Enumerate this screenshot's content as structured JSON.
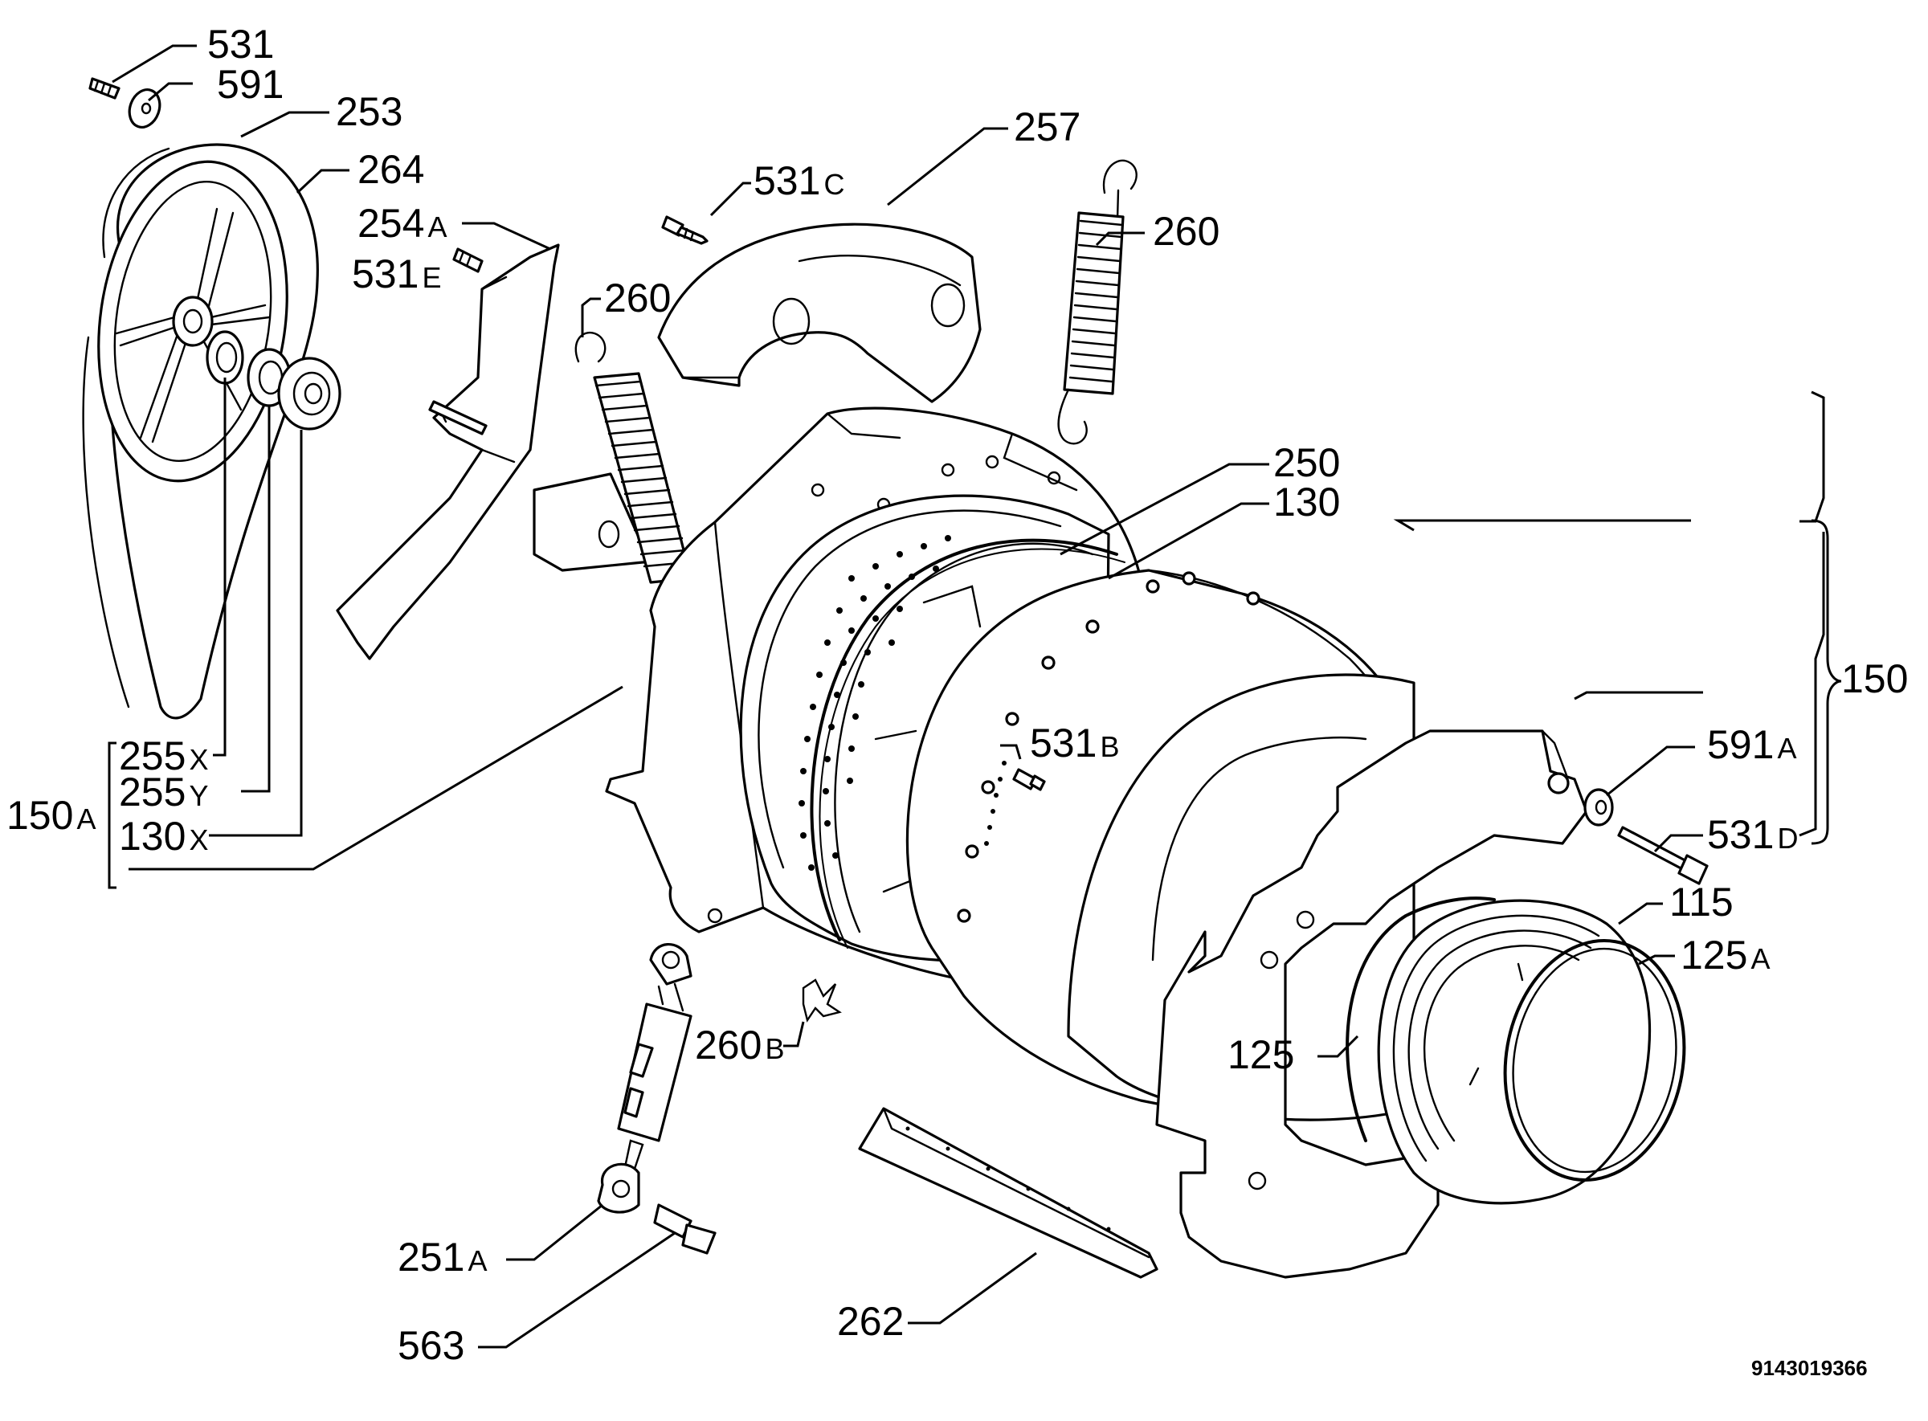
{
  "drawing_code": "9143019366",
  "labels": {
    "p531": {
      "num": "531",
      "suffix": ""
    },
    "p591": {
      "num": "591",
      "suffix": ""
    },
    "p253": {
      "num": "253",
      "suffix": ""
    },
    "p264": {
      "num": "264",
      "suffix": ""
    },
    "p254a": {
      "num": "254",
      "suffix": "A"
    },
    "p531e": {
      "num": "531",
      "suffix": "E"
    },
    "p531c": {
      "num": "531",
      "suffix": "C"
    },
    "p257": {
      "num": "257",
      "suffix": ""
    },
    "p260_top": {
      "num": "260",
      "suffix": ""
    },
    "p260_mid": {
      "num": "260",
      "suffix": ""
    },
    "p250": {
      "num": "250",
      "suffix": ""
    },
    "p130": {
      "num": "130",
      "suffix": ""
    },
    "p150": {
      "num": "150",
      "suffix": ""
    },
    "p591a": {
      "num": "591",
      "suffix": "A"
    },
    "p531d": {
      "num": "531",
      "suffix": "D"
    },
    "p531b": {
      "num": "531",
      "suffix": "B"
    },
    "p115": {
      "num": "115",
      "suffix": ""
    },
    "p125a": {
      "num": "125",
      "suffix": "A"
    },
    "p125": {
      "num": "125",
      "suffix": ""
    },
    "p255x": {
      "num": "255",
      "suffix": "X"
    },
    "p255y": {
      "num": "255",
      "suffix": "Y"
    },
    "p130x": {
      "num": "130",
      "suffix": "X"
    },
    "p150a": {
      "num": "150",
      "suffix": "A"
    },
    "p260b": {
      "num": "260",
      "suffix": "B"
    },
    "p251a": {
      "num": "251",
      "suffix": "A"
    },
    "p563": {
      "num": "563",
      "suffix": ""
    },
    "p262": {
      "num": "262",
      "suffix": ""
    }
  }
}
